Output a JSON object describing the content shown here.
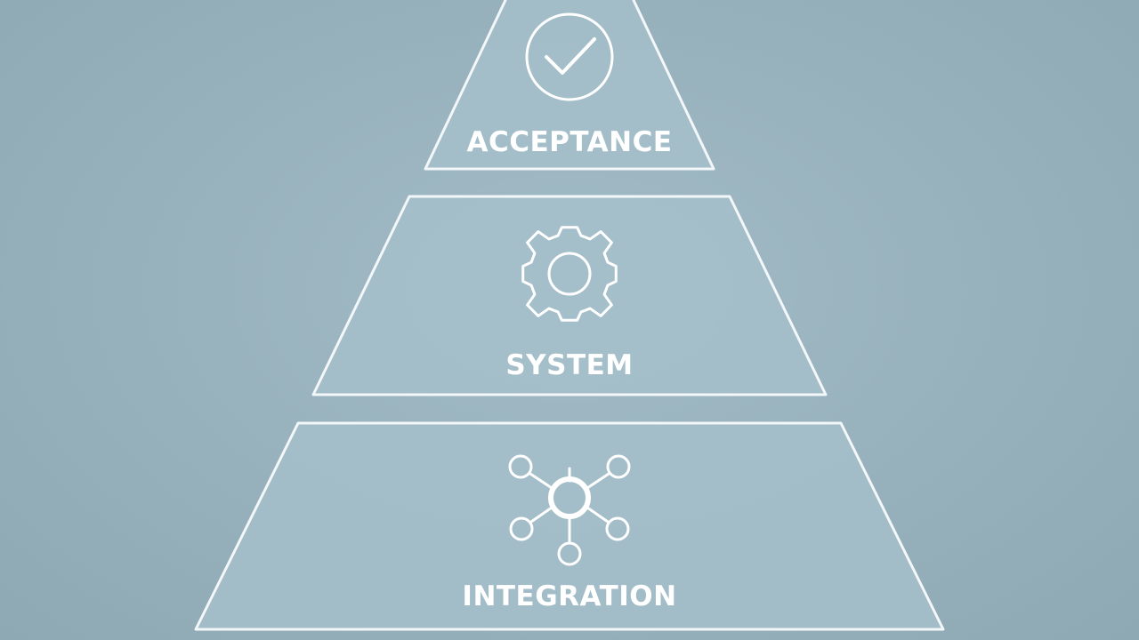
{
  "diagram": {
    "background_color": "#93adb9",
    "tier_fill_color": "#a5bfca",
    "outline_color": "#f3f7f9",
    "tiers": [
      {
        "label": "ACCEPTANCE",
        "icon": "checkmark-circle-icon"
      },
      {
        "label": "SYSTEM",
        "icon": "gear-icon"
      },
      {
        "label": "INTEGRATION",
        "icon": "network-hub-icon"
      }
    ]
  }
}
